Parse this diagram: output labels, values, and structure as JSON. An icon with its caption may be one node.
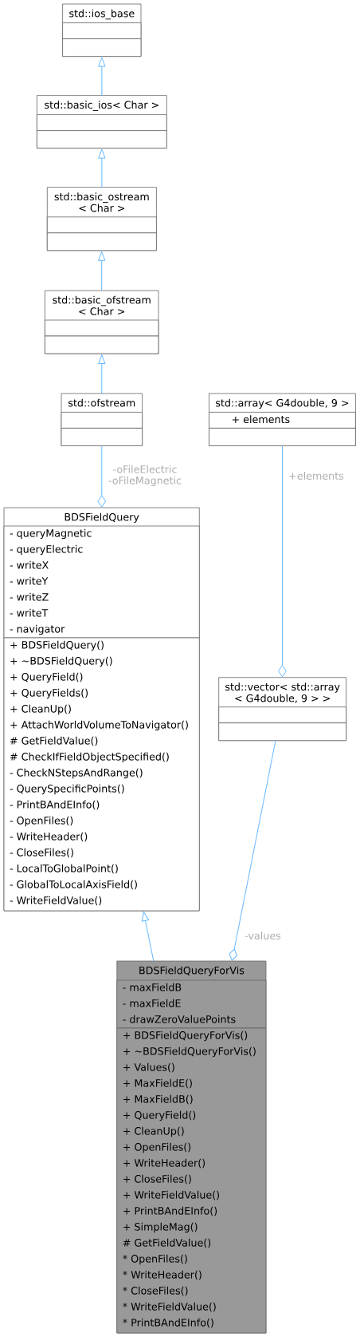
{
  "diagram": {
    "nodes": [
      {
        "text": [
          "std::ios_base"
        ]
      },
      {
        "text": [],
        "shape": "box",
        "in": 0
      },
      {
        "text": [],
        "shape": "box",
        "in": 0
      },
      {
        "text": [
          "std::basic_ios< Char >"
        ]
      },
      {
        "text": [],
        "shape": "box",
        "in": 3
      },
      {
        "text": [],
        "shape": "box",
        "in": 3
      },
      {
        "text": [
          "std::basic_ostream < Char >"
        ]
      },
      {
        "text": [],
        "shape": "box",
        "in": 6
      },
      {
        "text": [],
        "shape": "box",
        "in": 6
      },
      {
        "text": [
          "std::basic_ofstream < Char >"
        ]
      },
      {
        "text": [],
        "shape": "box",
        "in": 9
      },
      {
        "text": [],
        "shape": "box",
        "in": 9
      },
      {
        "text": [
          "std::ofstream"
        ]
      },
      {
        "text": [],
        "shape": "box",
        "in": 12
      },
      {
        "text": [],
        "shape": "box",
        "in": 12
      },
      {
        "text": [
          "std::array< G4double, 9 >"
        ]
      },
      {
        "text": [
          "+ elements"
        ],
        "in": 15
      },
      {
        "text": [],
        "shape": "box",
        "in": 15
      },
      {
        "text": [
          "BDSFieldQuery"
        ]
      },
      {
        "text": [
          "- queryMagnetic",
          "- queryElectric",
          "- writeX",
          "- writeY",
          "- writeZ",
          "- writeT",
          "- navigator"
        ],
        "in": 18
      },
      {
        "text": [
          "+ BDSFieldQuery()",
          "+ ~BDSFieldQuery()",
          "+ QueryField()",
          "+ QueryFields()",
          "+ CleanUp()",
          "+ AttachWorldVolumeToNavigator()",
          "# GetFieldValue()",
          "# CheckIfFieldObjectSpecified()",
          "- CheckNStepsAndRange()",
          "- QuerySpecificPoints()",
          "- PrintBAndEInfo()",
          "- OpenFiles()",
          "- WriteHeader()",
          "- CloseFiles()",
          "- LocalToGlobalPoint()",
          "- GlobalToLocalAxisField()",
          "- WriteFieldValue()"
        ],
        "in": 18
      },
      {
        "text": [
          "std::vector< std::array < G4double, 9 > >"
        ]
      },
      {
        "text": [],
        "shape": "box",
        "in": 21
      },
      {
        "text": [],
        "shape": "box",
        "in": 21
      },
      {
        "text": [
          "BDSFieldQueryForVis"
        ]
      },
      {
        "text": [
          "- maxFieldB",
          "- maxFieldE",
          "- drawZeroValuePoints"
        ],
        "in": 24
      },
      {
        "text": [
          "+ BDSFieldQueryForVis()",
          "+ ~BDSFieldQueryForVis()",
          "+ Values()",
          "+ MaxFieldE()",
          "+ MaxFieldB()",
          "+ QueryField()",
          "+ CleanUp()",
          "+ OpenFiles()",
          "+ WriteHeader()",
          "+ CloseFiles()",
          "+ WriteFieldValue()",
          "+ PrintBAndEInfo()",
          "+ SimpleMag()",
          "# GetFieldValue()",
          "* OpenFiles()",
          "* WriteHeader()",
          "* CloseFiles()",
          "* WriteFieldValue()",
          "* PrintBAndEInfo()"
        ],
        "in": 24
      }
    ],
    "edges": [
      {
        "from": 3,
        "to": 0,
        "arrow": "to"
      },
      {
        "from": 6,
        "to": 3,
        "arrow": "to"
      },
      {
        "from": 9,
        "to": 6,
        "arrow": "to"
      },
      {
        "from": 12,
        "to": 9,
        "arrow": "to"
      },
      {
        "from": 12,
        "to": 18,
        "arrow": "other",
        "label": "-oFileElectric -oFileMagnetic"
      },
      {
        "from": 15,
        "to": 21,
        "arrow": "other",
        "label": "+elements"
      },
      {
        "from": 24,
        "to": 18,
        "arrow": "to"
      },
      {
        "from": 21,
        "to": 24,
        "arrow": "other",
        "label": "-values"
      }
    ]
  }
}
